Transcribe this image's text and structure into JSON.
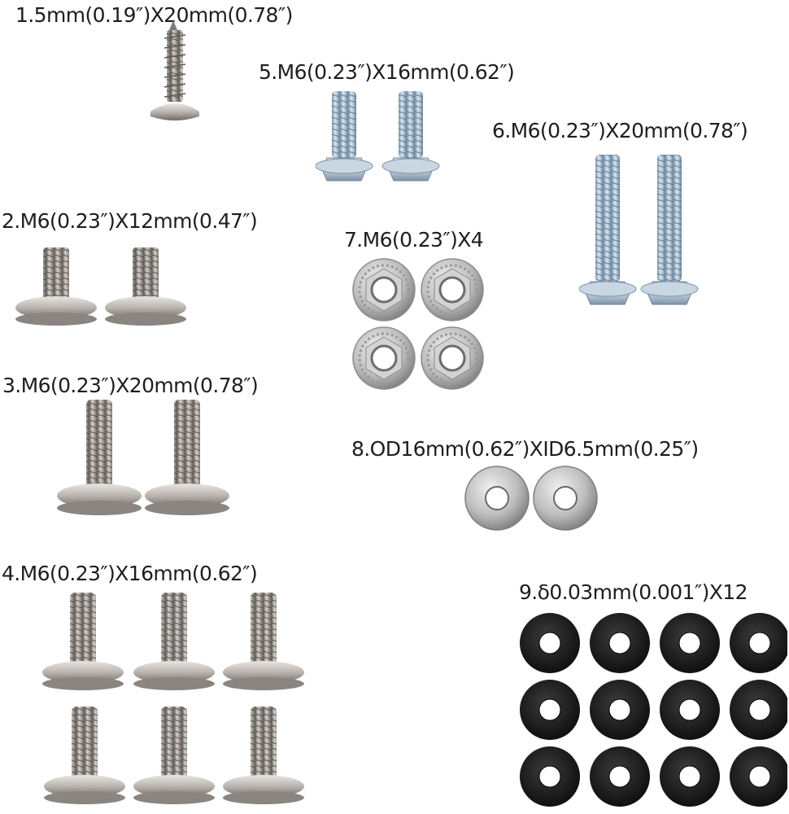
{
  "labels": {
    "l1": "1.5mm(0.19″)X20mm(0.78″)",
    "l2": "2.M6(0.23″)X12mm(0.47″)",
    "l3": "3.M6(0.23″)X20mm(0.78″)",
    "l4": "4.M6(0.23″)X16mm(0.62″)",
    "l5": "5.M6(0.23″)X16mm(0.62″)",
    "l6": "6.M6(0.23″)X20mm(0.78″)",
    "l7": "7.M6(0.23″)X4",
    "l8": "8.OD16mm(0.62″)XID6.5mm(0.25″)",
    "l9": "9.δ0.03mm(0.001″)X12"
  },
  "items": {
    "g1": {
      "kind": "wood-screw",
      "count": 1
    },
    "g2": {
      "kind": "truss-screw",
      "count": 2
    },
    "g3": {
      "kind": "truss-screw",
      "count": 2
    },
    "g4": {
      "kind": "truss-screw",
      "count": 6
    },
    "g5": {
      "kind": "flange-bolt",
      "count": 2
    },
    "g6": {
      "kind": "flange-bolt",
      "count": 2
    },
    "g7": {
      "kind": "flange-nut",
      "count": 4
    },
    "g8": {
      "kind": "flat-washer",
      "count": 2
    },
    "g9": {
      "kind": "rubber-washer",
      "count": 12
    }
  },
  "colors": {
    "nickel": "#b8b4ae",
    "zinc": "#a9c0d4",
    "rubber": "#1a1a1a",
    "text": "#1e1e1e"
  }
}
